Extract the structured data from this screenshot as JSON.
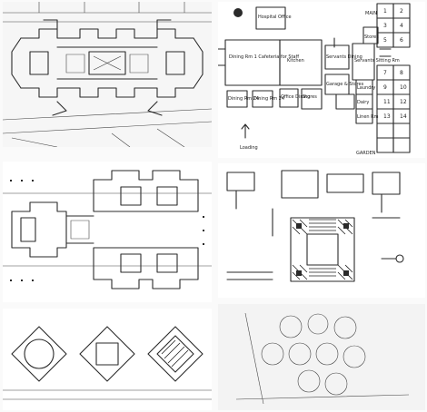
{
  "plan_labels": {
    "main": "MAIN",
    "hospital_office": "Hospital Office",
    "dining": "Dining Rm 1 Cafeteria for Staff",
    "kitchen": "Kitchen",
    "servants_dining": "Servants Dining",
    "servants_sitting": "Servants Sitting Rm",
    "stores": "Stores",
    "laundry": "Laundry",
    "dining_24": "Dining Rm 24",
    "dining_24b": "Dining Rm 24",
    "office": "Office Dining",
    "stores2": "Stores",
    "garage": "Garage & Stores",
    "dairy": "Dairy",
    "linen": "Linen Rm",
    "loading": "Loading",
    "garden": "GARDEN",
    "bed_numbers": [
      "1",
      "2",
      "3",
      "4",
      "5",
      "6",
      "7",
      "8",
      "9",
      "10",
      "11",
      "12",
      "13",
      "14"
    ]
  }
}
